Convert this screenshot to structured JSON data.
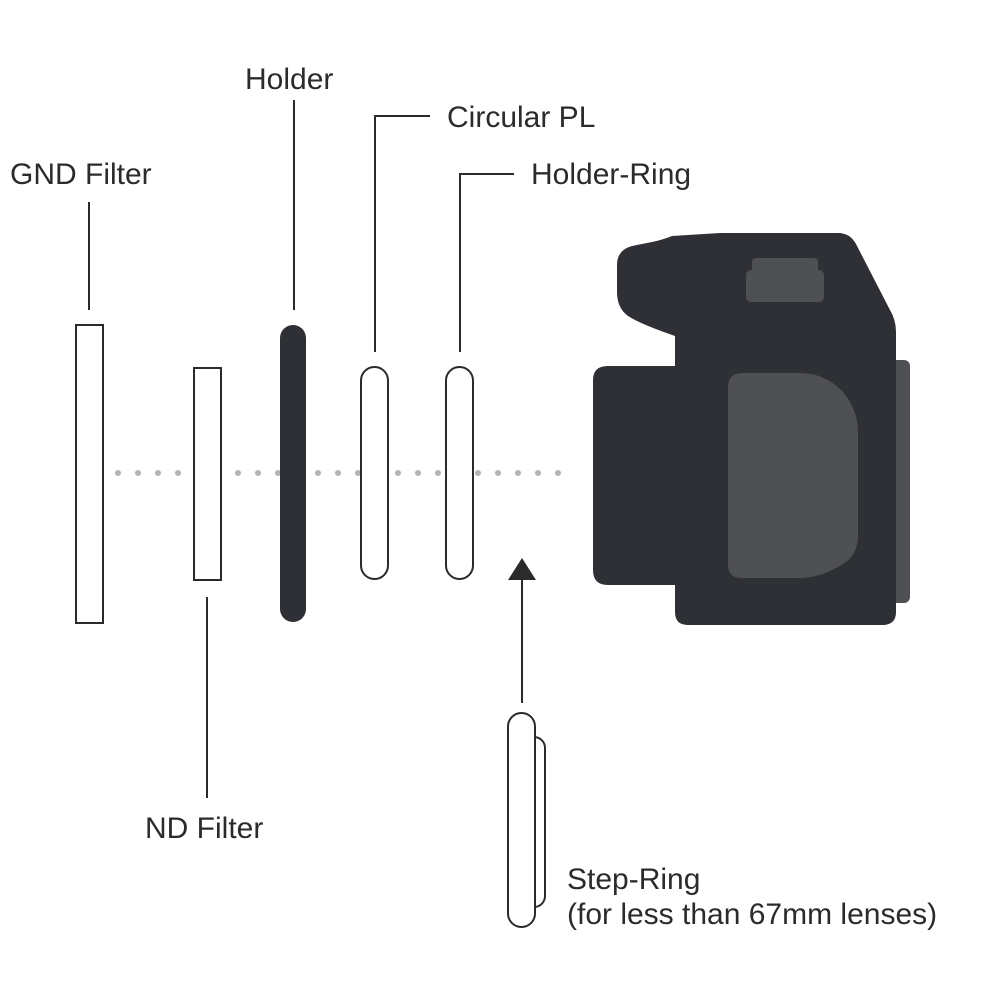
{
  "labels": {
    "gnd_filter": "GND Filter",
    "holder": "Holder",
    "circular_pl": "Circular PL",
    "holder_ring": "Holder-Ring",
    "nd_filter": "ND Filter",
    "step_ring_line1": "Step-Ring",
    "step_ring_line2": "(for less than 67mm lenses)"
  },
  "colors": {
    "camera_body": "#2e3035",
    "camera_panel": "#4f5054",
    "holder_fill": "#2e3035",
    "outline": "#2b2b2b",
    "axis_dots": "#b3b3b3"
  },
  "icons": {
    "camera": "camera-body-icon",
    "arrow": "arrow-up-icon"
  }
}
